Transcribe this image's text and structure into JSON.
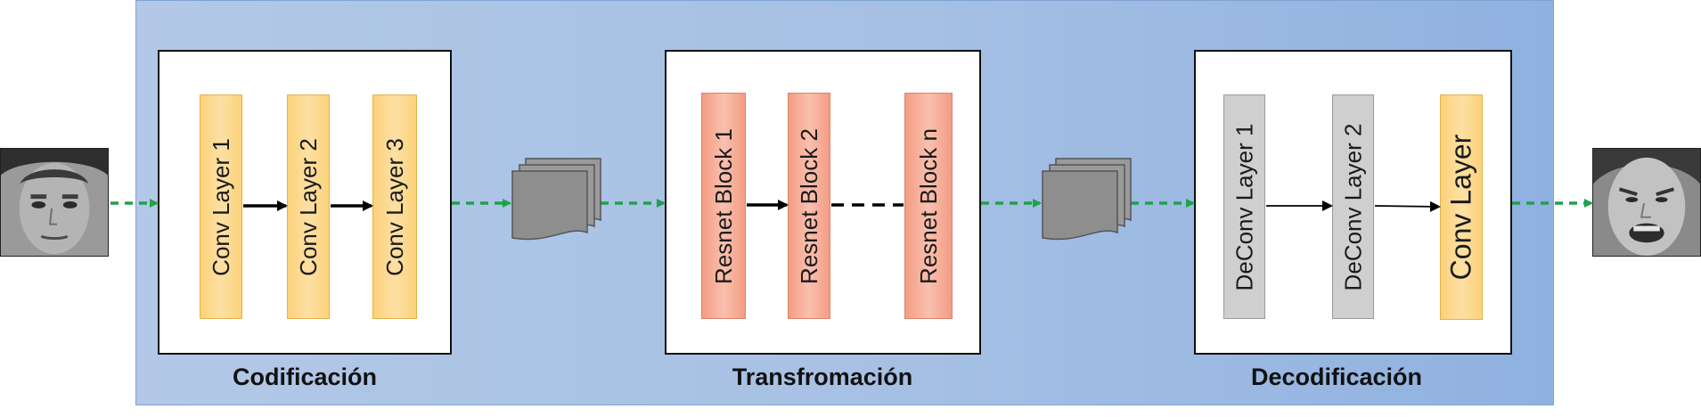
{
  "stages": {
    "encoding": {
      "title": "Codificación",
      "layers": [
        "Conv Layer 1",
        "Conv Layer 2",
        "Conv Layer 3"
      ]
    },
    "transformation": {
      "title": "Transfromación",
      "layers": [
        "Resnet Block 1",
        "Resnet Block 2",
        "Resnet Block n"
      ]
    },
    "decoding": {
      "title": "Decodificación",
      "layers": [
        "DeConv Layer 1",
        "DeConv Layer 2",
        "Conv Layer"
      ]
    }
  },
  "images": {
    "input": "neutral-face-image",
    "output": "expressive-face-image"
  },
  "icons": {
    "feature_maps": "stacked-feature-maps-icon"
  },
  "colors": {
    "panel": "#a6c0e4",
    "conv_layer": "#fcd27a",
    "resnet_block": "#f49c84",
    "deconv_layer": "#cfcfcf",
    "data_flow_arrow": "#1ea24a",
    "internal_arrow": "#000000"
  }
}
